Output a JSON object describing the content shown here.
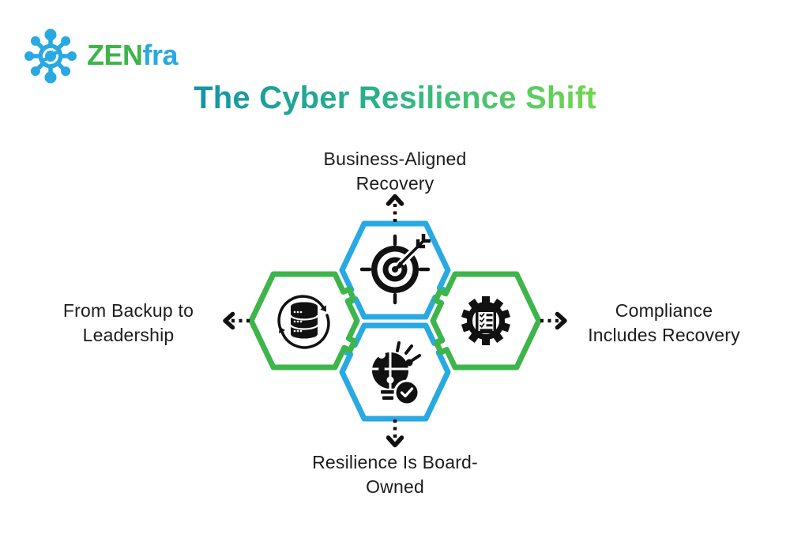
{
  "logo": {
    "brand_green": "ZEN",
    "brand_blue": "fra"
  },
  "title": "The Cyber Resilience Shift",
  "colors": {
    "hex_blue": "#29A9E1",
    "hex_green": "#3DB54A",
    "label_text": "#1c1c1c",
    "title_gradient_start": "#1295A6",
    "title_gradient_end": "#71D74F",
    "icon_black": "#111111"
  },
  "nodes": {
    "top": {
      "label_line1": "Business-Aligned",
      "label_line2": "Recovery",
      "icon": "target-arrow-icon",
      "hex_color": "blue",
      "arrow": "up"
    },
    "left": {
      "label_line1": "From Backup to",
      "label_line2": "Leadership",
      "icon": "database-sync-icon",
      "hex_color": "green",
      "arrow": "left"
    },
    "right": {
      "label_line1": "Compliance",
      "label_line2": "Includes Recovery",
      "icon": "gear-checklist-icon",
      "hex_color": "green",
      "arrow": "right"
    },
    "bottom": {
      "label_line1": "Resilience Is Board-",
      "label_line2": "Owned",
      "icon": "puzzle-bulb-check-icon",
      "hex_color": "blue",
      "arrow": "down"
    }
  }
}
